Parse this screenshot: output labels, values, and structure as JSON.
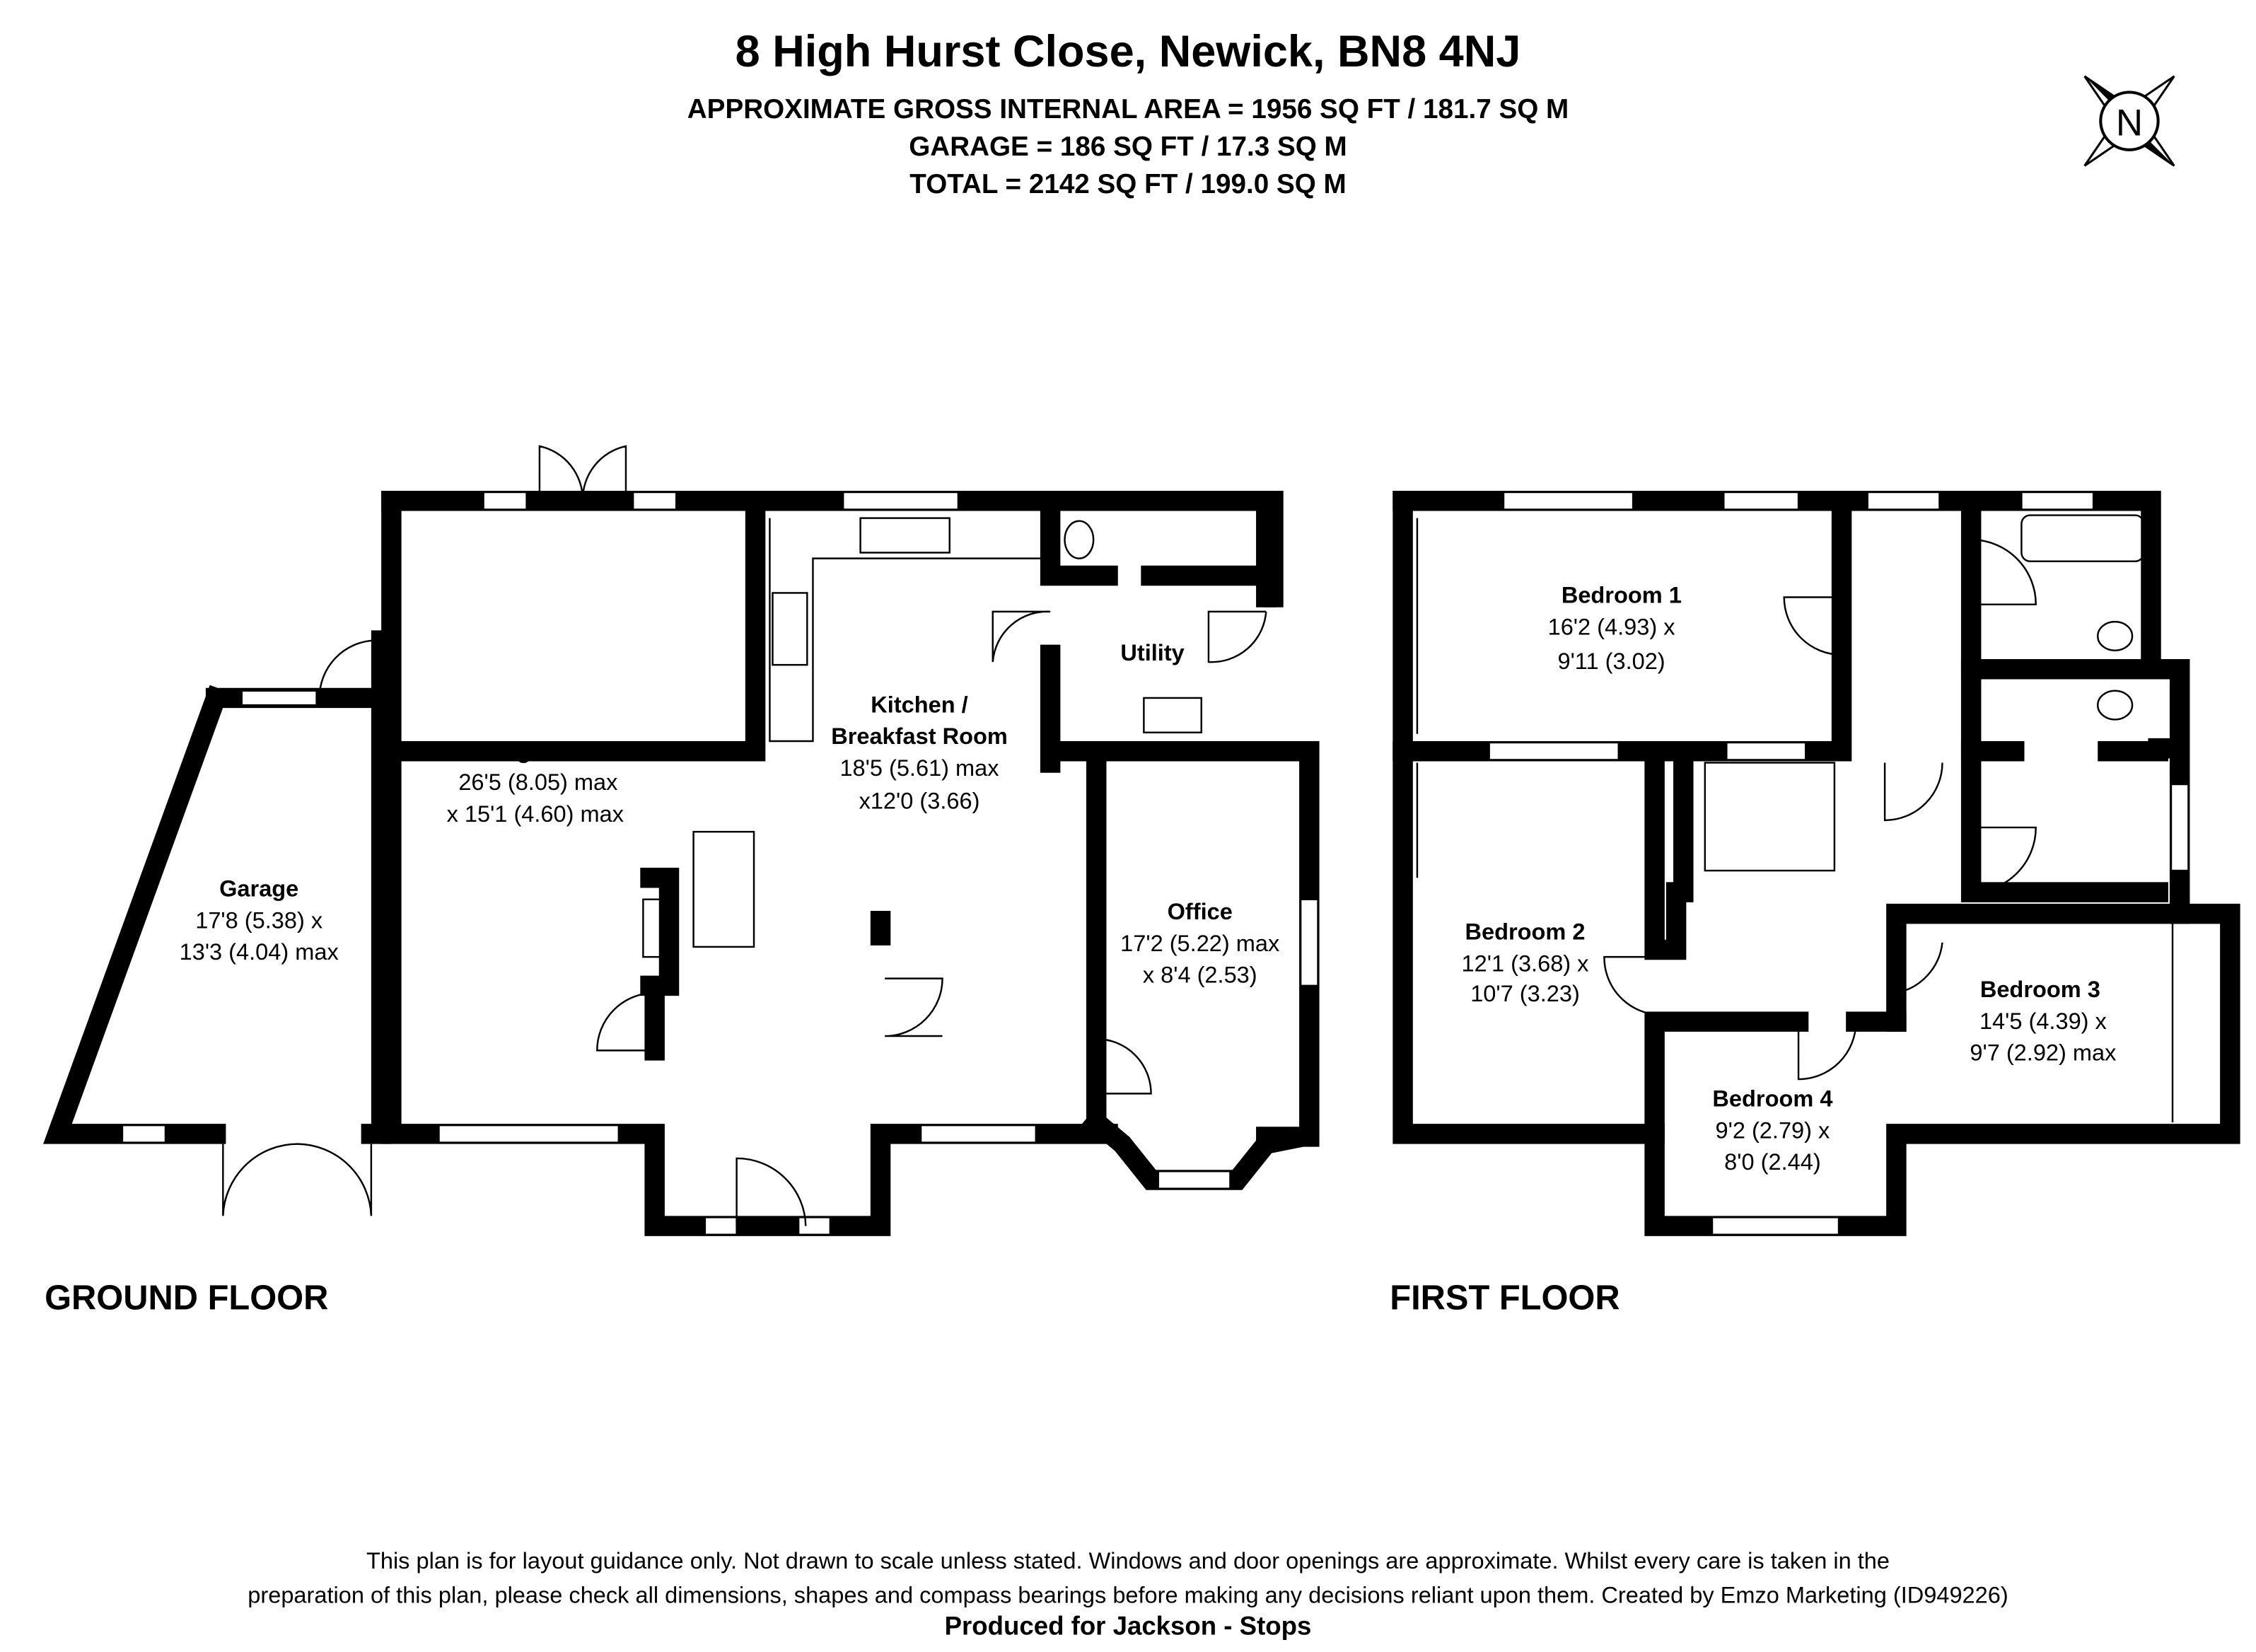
{
  "header": {
    "title": "8 High Hurst Close, Newick, BN8 4NJ",
    "area_line": "APPROXIMATE GROSS INTERNAL AREA = 1956 SQ FT / 181.7 SQ M",
    "garage_line": "GARAGE = 186 SQ FT / 17.3 SQ M",
    "total_line": "TOTAL = 2142 SQ FT / 199.0 SQ M"
  },
  "compass": {
    "label": "N"
  },
  "ground_floor": {
    "label": "GROUND FLOOR",
    "rooms": {
      "sitting": {
        "name": "Sitting Room",
        "dim1": "26'5 (8.05) max",
        "dim2": "x 15'1 (4.60) max"
      },
      "kitchen": {
        "name1": "Kitchen /",
        "name2": "Breakfast Room",
        "dim1": "18'5 (5.61) max",
        "dim2": "x12'0 (3.66)"
      },
      "utility": {
        "name": "Utility"
      },
      "garage": {
        "name": "Garage",
        "dim1": "17'8 (5.38) x",
        "dim2": "13'3 (4.04) max"
      },
      "office": {
        "name": "Office",
        "dim1": "17'2 (5.22) max",
        "dim2": "x 8'4 (2.53)"
      }
    }
  },
  "first_floor": {
    "label": "FIRST FLOOR",
    "rooms": {
      "bed1": {
        "name": "Bedroom 1",
        "dim1": "16'2 (4.93) x",
        "dim2": "9'11 (3.02)"
      },
      "bed2": {
        "name": "Bedroom 2",
        "dim1": "12'1 (3.68) x",
        "dim2": "10'7 (3.23)"
      },
      "bed3": {
        "name": "Bedroom 3",
        "dim1": "14'5 (4.39) x",
        "dim2": "9'7 (2.92) max"
      },
      "bed4": {
        "name": "Bedroom 4",
        "dim1": "9'2 (2.79) x",
        "dim2": "8'0 (2.44)"
      }
    }
  },
  "footer": {
    "line1": "This plan is for layout guidance only. Not drawn to scale unless stated. Windows and door openings are approximate. Whilst every care is taken in the",
    "line2": "preparation of this plan, please check all dimensions, shapes and compass bearings before making any decisions reliant upon them. Created by Emzo Marketing (ID949226)",
    "line3": "Produced for Jackson - Stops"
  }
}
